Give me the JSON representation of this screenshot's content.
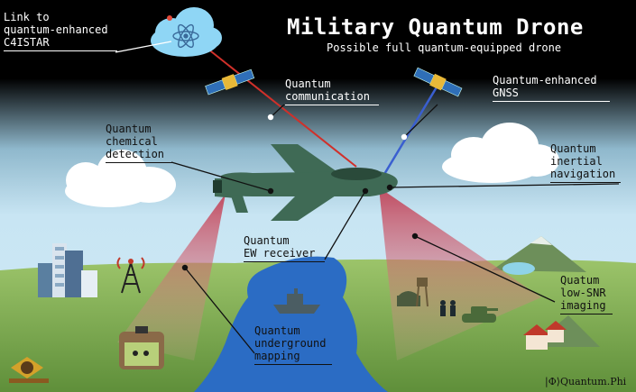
{
  "title": "Military Quantum Drone",
  "subtitle": "Possible full quantum-equipped drone",
  "labels": {
    "c4istar": "Link to\nquantum-enhanced\nC4ISTAR",
    "communication": "Quantum\ncommunication",
    "gnss": "Quantum-enhanced\nGNSS",
    "chemical": "Quantum\nchemical\ndetection",
    "inertial": "Quantum\ninertial\nnavigation",
    "ew": "Quantum\nEW receiver",
    "imaging": "Quatum\nlow-SNR\nimaging",
    "underground": "Quantum\nunderground\nmapping"
  },
  "credit": "|Φ⟩Quantum.Phi",
  "colors": {
    "sky_top": "#000000",
    "sky": "#bfe0f0",
    "grass": "#7fae4f",
    "water": "#2b6cc4",
    "drone": "#3f6a55",
    "beam": "#c94a5a",
    "comm_link": "#d0302a",
    "gnss_link": "#3a5fd0"
  }
}
